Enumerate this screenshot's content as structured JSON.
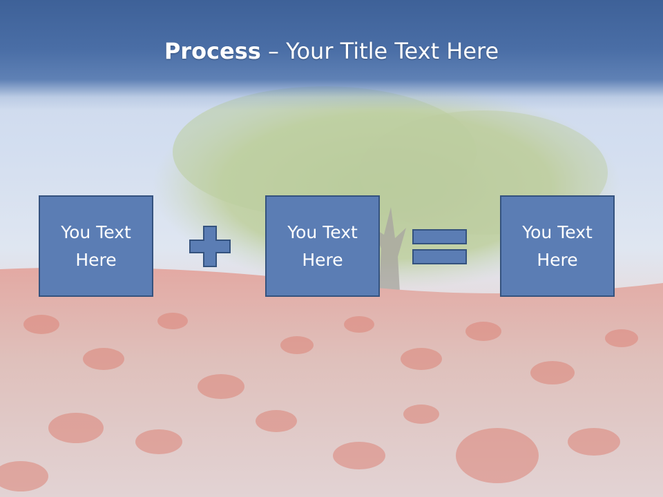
{
  "slide": {
    "title_strong": "Process",
    "title_rest": " – Your Title Text Here",
    "boxes": [
      {
        "line1": "You Text",
        "line2": "Here"
      },
      {
        "line1": "You Text",
        "line2": "Here"
      },
      {
        "line1": "You Text",
        "line2": "Here"
      }
    ],
    "operators": [
      "plus-icon",
      "equals-icon"
    ]
  },
  "colors": {
    "title_band": "#4a6ea6",
    "box_fill": "#5b7db4",
    "box_border": "#34527e",
    "text": "#ffffff"
  }
}
